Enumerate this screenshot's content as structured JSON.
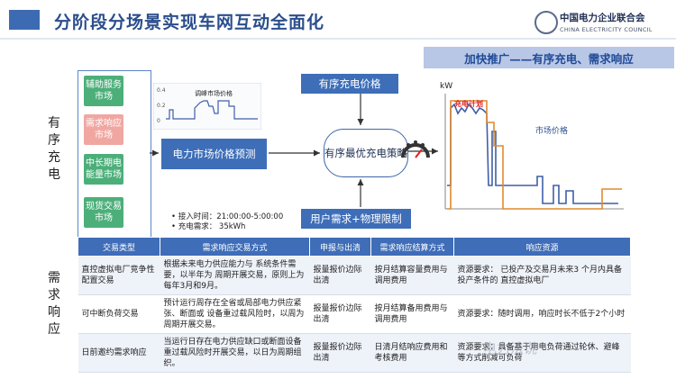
{
  "header": {
    "title": "分阶段分场景实现车网互动全面化",
    "logo_cn": "中国电力企业联合会",
    "logo_en": "CHINA ELECTRICITY COUNCIL"
  },
  "banner": "加快推广——有序充电、需求响应",
  "side_labels": {
    "ordered_charging": "有序充电",
    "demand_response": "需求响应"
  },
  "tiles": [
    "辅助服务市场",
    "需求响应市场",
    "中长期电能量市场",
    "现货交易市场"
  ],
  "mini_chart_label": "调峰市场价格",
  "mini_chart_ticks": [
    "0.4",
    "0.2",
    "0"
  ],
  "boxes": {
    "price_forecast": "电力市场价格预测",
    "ordered_price": "有序充电价格",
    "strategy": "有序最优充电策略",
    "user_demand": "用户需求+物理限制"
  },
  "notes": {
    "access_time": "• 接入时间：21:00:00-5:00:00",
    "charge_demand": "• 充电需求：  35kWh"
  },
  "right_chart": {
    "unit": "kW",
    "charge_plan_label": "充电计划",
    "market_price_label": "市场价格"
  },
  "table": {
    "headers": [
      "交易类型",
      "需求响应交易方式",
      "申报与出清",
      "需求响应结算方式",
      "响应资源"
    ],
    "rows": [
      [
        "直控虚拟电厂竞争性配置交易",
        "根据未来电力供应能力与  系统条件需要，以半年为  周期开展交易，原则上为每年3月和9月。",
        "报量报价边际出清",
        "按月结算容量费用与调用费用",
        "资源要求：  已投产及交易月未来3  个月内具备投产条件的  直控虚拟电厂"
      ],
      [
        "可中断负荷交易",
        "预计运行周存在全省或局部电力供应紧张、断面或 设备重过载风险时，以周为周期开展交易。",
        "报量报价边际出清",
        "按月结算备用费用与调用费用",
        "资源要求：随时调用，响应时长不低于2个小时"
      ],
      [
        "日前邀约需求响应",
        "当运行日存在电力供应缺口或断面设备重过载风险时开展交易，以日为周期组织。",
        "报量报价边际出清",
        "日清月结响应费用和考核费用",
        "资源要求：具备基于用电负荷通过轮休、避峰等方式削减可负荷"
      ]
    ]
  },
  "watermark": "电力法说",
  "colors": {
    "primary": "#3e6eb8",
    "tile_green": "#4caf7a",
    "tile_pink": "#f0a7a2",
    "plan_line": "#e08a2e",
    "price_line": "#3f5fa8",
    "accent_red": "#e02020"
  }
}
